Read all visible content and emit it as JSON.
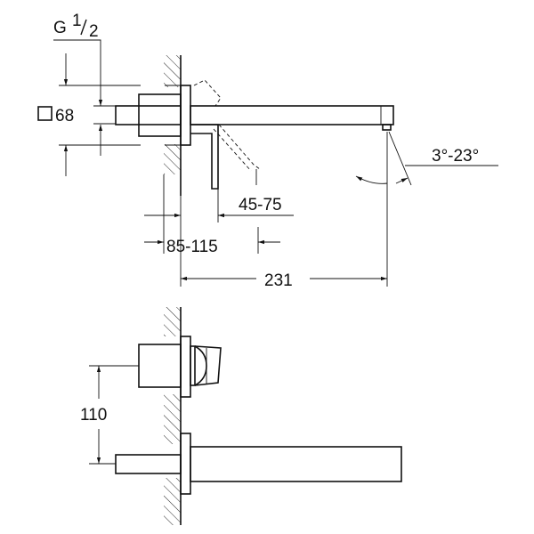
{
  "top_view": {
    "thread_label": "G",
    "thread_fraction_num": "1",
    "thread_fraction_den": "2",
    "square_size": "68",
    "lever_projection": "45-75",
    "wall_depth": "85-115",
    "spout_length": "231",
    "spout_angle": "3°-23°"
  },
  "front_view": {
    "center_distance": "110"
  }
}
